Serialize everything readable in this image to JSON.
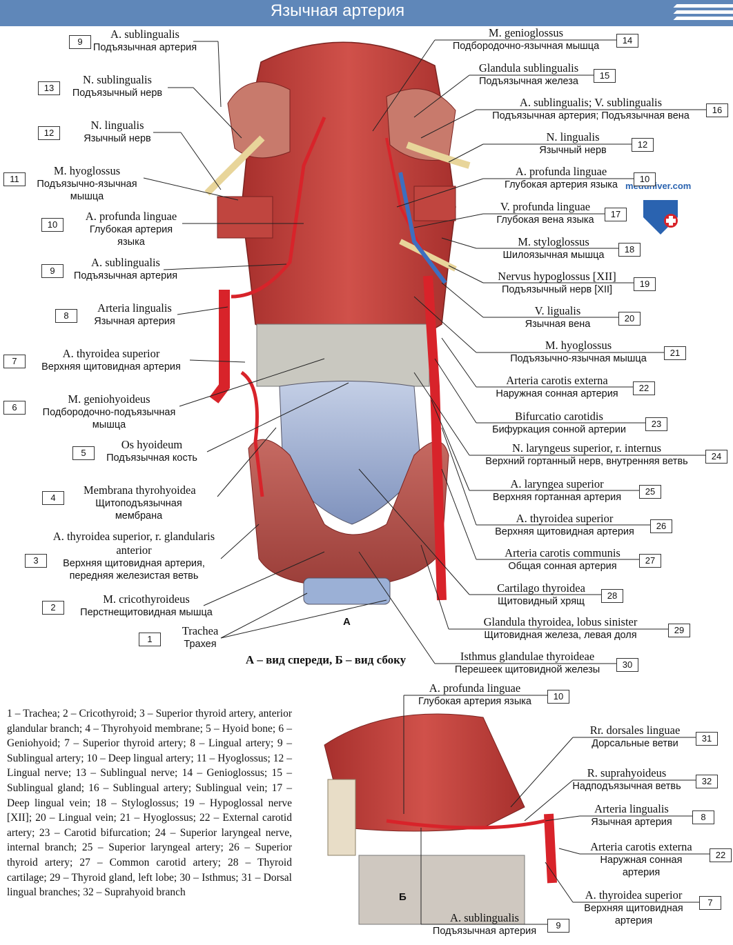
{
  "header": {
    "title": "Язычная артерия"
  },
  "site": {
    "watermark": "meduniver.com"
  },
  "figure_a": {
    "letter": "А",
    "caption": "А – вид спереди, Б – вид сбоку"
  },
  "figure_b": {
    "letter": "Б"
  },
  "labels": [
    {
      "id": "l9a",
      "num": "9",
      "lat": "A. sublingualis",
      "ru": "Подъязычная артерия"
    },
    {
      "id": "l13",
      "num": "13",
      "lat": "N. sublingualis",
      "ru": "Подъязычный нерв"
    },
    {
      "id": "l12a",
      "num": "12",
      "lat": "N. lingualis",
      "ru": "Язычный нерв"
    },
    {
      "id": "l11",
      "num": "11",
      "lat": "M. hyoglossus",
      "ru": "Подъязычно-язычная мышца"
    },
    {
      "id": "l10a",
      "num": "10",
      "lat": "A. profunda linguae",
      "ru": "Глубокая артерия языка"
    },
    {
      "id": "l9b",
      "num": "9",
      "lat": "A. sublingualis",
      "ru": "Подъязычная артерия"
    },
    {
      "id": "l8a",
      "num": "8",
      "lat": "Arteria lingualis",
      "ru": "Язычная артерия"
    },
    {
      "id": "l7a",
      "num": "7",
      "lat": "A. thyroidea superior",
      "ru": "Верхняя щитовидная артерия"
    },
    {
      "id": "l6",
      "num": "6",
      "lat": "M. geniohyoideus",
      "ru": "Подбородочно-подъязычная мышца"
    },
    {
      "id": "l5",
      "num": "5",
      "lat": "Os hyoideum",
      "ru": "Подъязычная кость"
    },
    {
      "id": "l4",
      "num": "4",
      "lat": "Membrana thyrohyoidea",
      "ru": "Щитоподъязычная мембрана"
    },
    {
      "id": "l3",
      "num": "3",
      "lat": "A. thyroidea superior, r. glandularis anterior",
      "ru": "Верхняя щитовидная артерия, передняя железистая ветвь"
    },
    {
      "id": "l2",
      "num": "2",
      "lat": "M. cricothyroideus",
      "ru": "Перстнещитовидная мышца"
    },
    {
      "id": "l1",
      "num": "1",
      "lat": "Trachea",
      "ru": "Трахея"
    },
    {
      "id": "l14",
      "num": "14",
      "lat": "M. genioglossus",
      "ru": "Подбородочно-язычная мышца"
    },
    {
      "id": "l15",
      "num": "15",
      "lat": "Glandula sublingualis",
      "ru": "Подъязычная железа"
    },
    {
      "id": "l16",
      "num": "16",
      "lat": "A. sublingualis; V. sublingualis",
      "ru": "Подъязычная артерия; Подъязычная вена"
    },
    {
      "id": "l12b",
      "num": "12",
      "lat": "N. lingualis",
      "ru": "Язычный нерв"
    },
    {
      "id": "l10b",
      "num": "10",
      "lat": "A. profunda linguae",
      "ru": "Глубокая артерия языка"
    },
    {
      "id": "l17",
      "num": "17",
      "lat": "V. profunda linguae",
      "ru": "Глубокая вена языка"
    },
    {
      "id": "l18",
      "num": "18",
      "lat": "M. styloglossus",
      "ru": "Шилоязычная мышца"
    },
    {
      "id": "l19",
      "num": "19",
      "lat": "Nervus hypoglossus [XII]",
      "ru": "Подъязычный нерв [XII]"
    },
    {
      "id": "l20",
      "num": "20",
      "lat": "V. ligualis",
      "ru": "Язычная вена"
    },
    {
      "id": "l21",
      "num": "21",
      "lat": "M. hyoglossus",
      "ru": "Подъязычно-язычная мышца"
    },
    {
      "id": "l22a",
      "num": "22",
      "lat": "Arteria carotis externa",
      "ru": "Наружная сонная артерия"
    },
    {
      "id": "l23",
      "num": "23",
      "lat": "Bifurcatio carotidis",
      "ru": "Бифуркация сонной артерии"
    },
    {
      "id": "l24",
      "num": "24",
      "lat": "N. laryngeus superior, r. internus",
      "ru": "Верхний гортанный нерв, внутренняя ветвь"
    },
    {
      "id": "l25",
      "num": "25",
      "lat": "A. laryngea superior",
      "ru": "Верхняя гортанная артерия"
    },
    {
      "id": "l26",
      "num": "26",
      "lat": "A. thyroidea superior",
      "ru": "Верхняя щитовидная артерия"
    },
    {
      "id": "l27",
      "num": "27",
      "lat": "Arteria carotis communis",
      "ru": "Общая сонная артерия"
    },
    {
      "id": "l28",
      "num": "28",
      "lat": "Cartilago thyroidea",
      "ru": "Щитовидный хрящ"
    },
    {
      "id": "l29",
      "num": "29",
      "lat": "Glandula thyroidea, lobus sinister",
      "ru": "Щитовидная железа, левая доля"
    },
    {
      "id": "l30",
      "num": "30",
      "lat": "Isthmus glandulae thyroideae",
      "ru": "Перешеек щитовидной железы"
    },
    {
      "id": "l10c",
      "num": "10",
      "lat": "A. profunda linguae",
      "ru": "Глубокая артерия языка"
    },
    {
      "id": "l31",
      "num": "31",
      "lat": "Rr. dorsales linguae",
      "ru": "Дорсальные ветви"
    },
    {
      "id": "l32",
      "num": "32",
      "lat": "R. suprahyoideus",
      "ru": "Надподъязычная ветвь"
    },
    {
      "id": "l8b",
      "num": "8",
      "lat": "Arteria lingualis",
      "ru": "Язычная артерия"
    },
    {
      "id": "l22b",
      "num": "22",
      "lat": "Arteria carotis externa",
      "ru": "Наружная сонная артерия"
    },
    {
      "id": "l7b",
      "num": "7",
      "lat": "A. thyroidea superior",
      "ru": "Верхняя щитовидная артерия"
    },
    {
      "id": "l9c",
      "num": "9",
      "lat": "A. sublingualis",
      "ru": "Подъязычная артерия"
    }
  ],
  "legend": "1 – Trachea; 2 – Cricothyroid; 3 – Superior thyroid artery, anterior glandular branch; 4 – Thyrohyoid membrane; 5 – Hyoid bone; 6 – Geniohyoid; 7 – Superior thyroid artery; 8 – Lingual artery; 9 – Sublingual artery; 10 – Deep lingual artery; 11 – Hyoglossus; 12 – Lingual nerve; 13 – Sublingual nerve; 14 – Genioglossus; 15 – Sublingual gland; 16 – Sublingual artery; Sublingual vein; 17 – Deep lingual vein; 18 – Styloglossus; 19 – Hypoglossal nerve [XII]; 20 – Lingual vein; 21 – Hyoglossus; 22 – External carotid artery; 23 – Carotid bifurcation; 24 – Superior laryngeal nerve, internal branch; 25 – Superior laryngeal artery; 26 – Superior thyroid artery; 27 – Common carotid artery; 28 – Thyroid cartilage; 29 – Thyroid gland, left lobe; 30 – Isthmus; 31 – Dorsal lingual branches; 32 – Suprahyoid branch",
  "colors": {
    "header": "#5f87b9",
    "muscle": "#c9443f",
    "artery": "#d8232a",
    "vein": "#3d6fbf",
    "nerve": "#e8d59a",
    "cartilage": "#a9b8d6",
    "gland": "#c9605a"
  }
}
